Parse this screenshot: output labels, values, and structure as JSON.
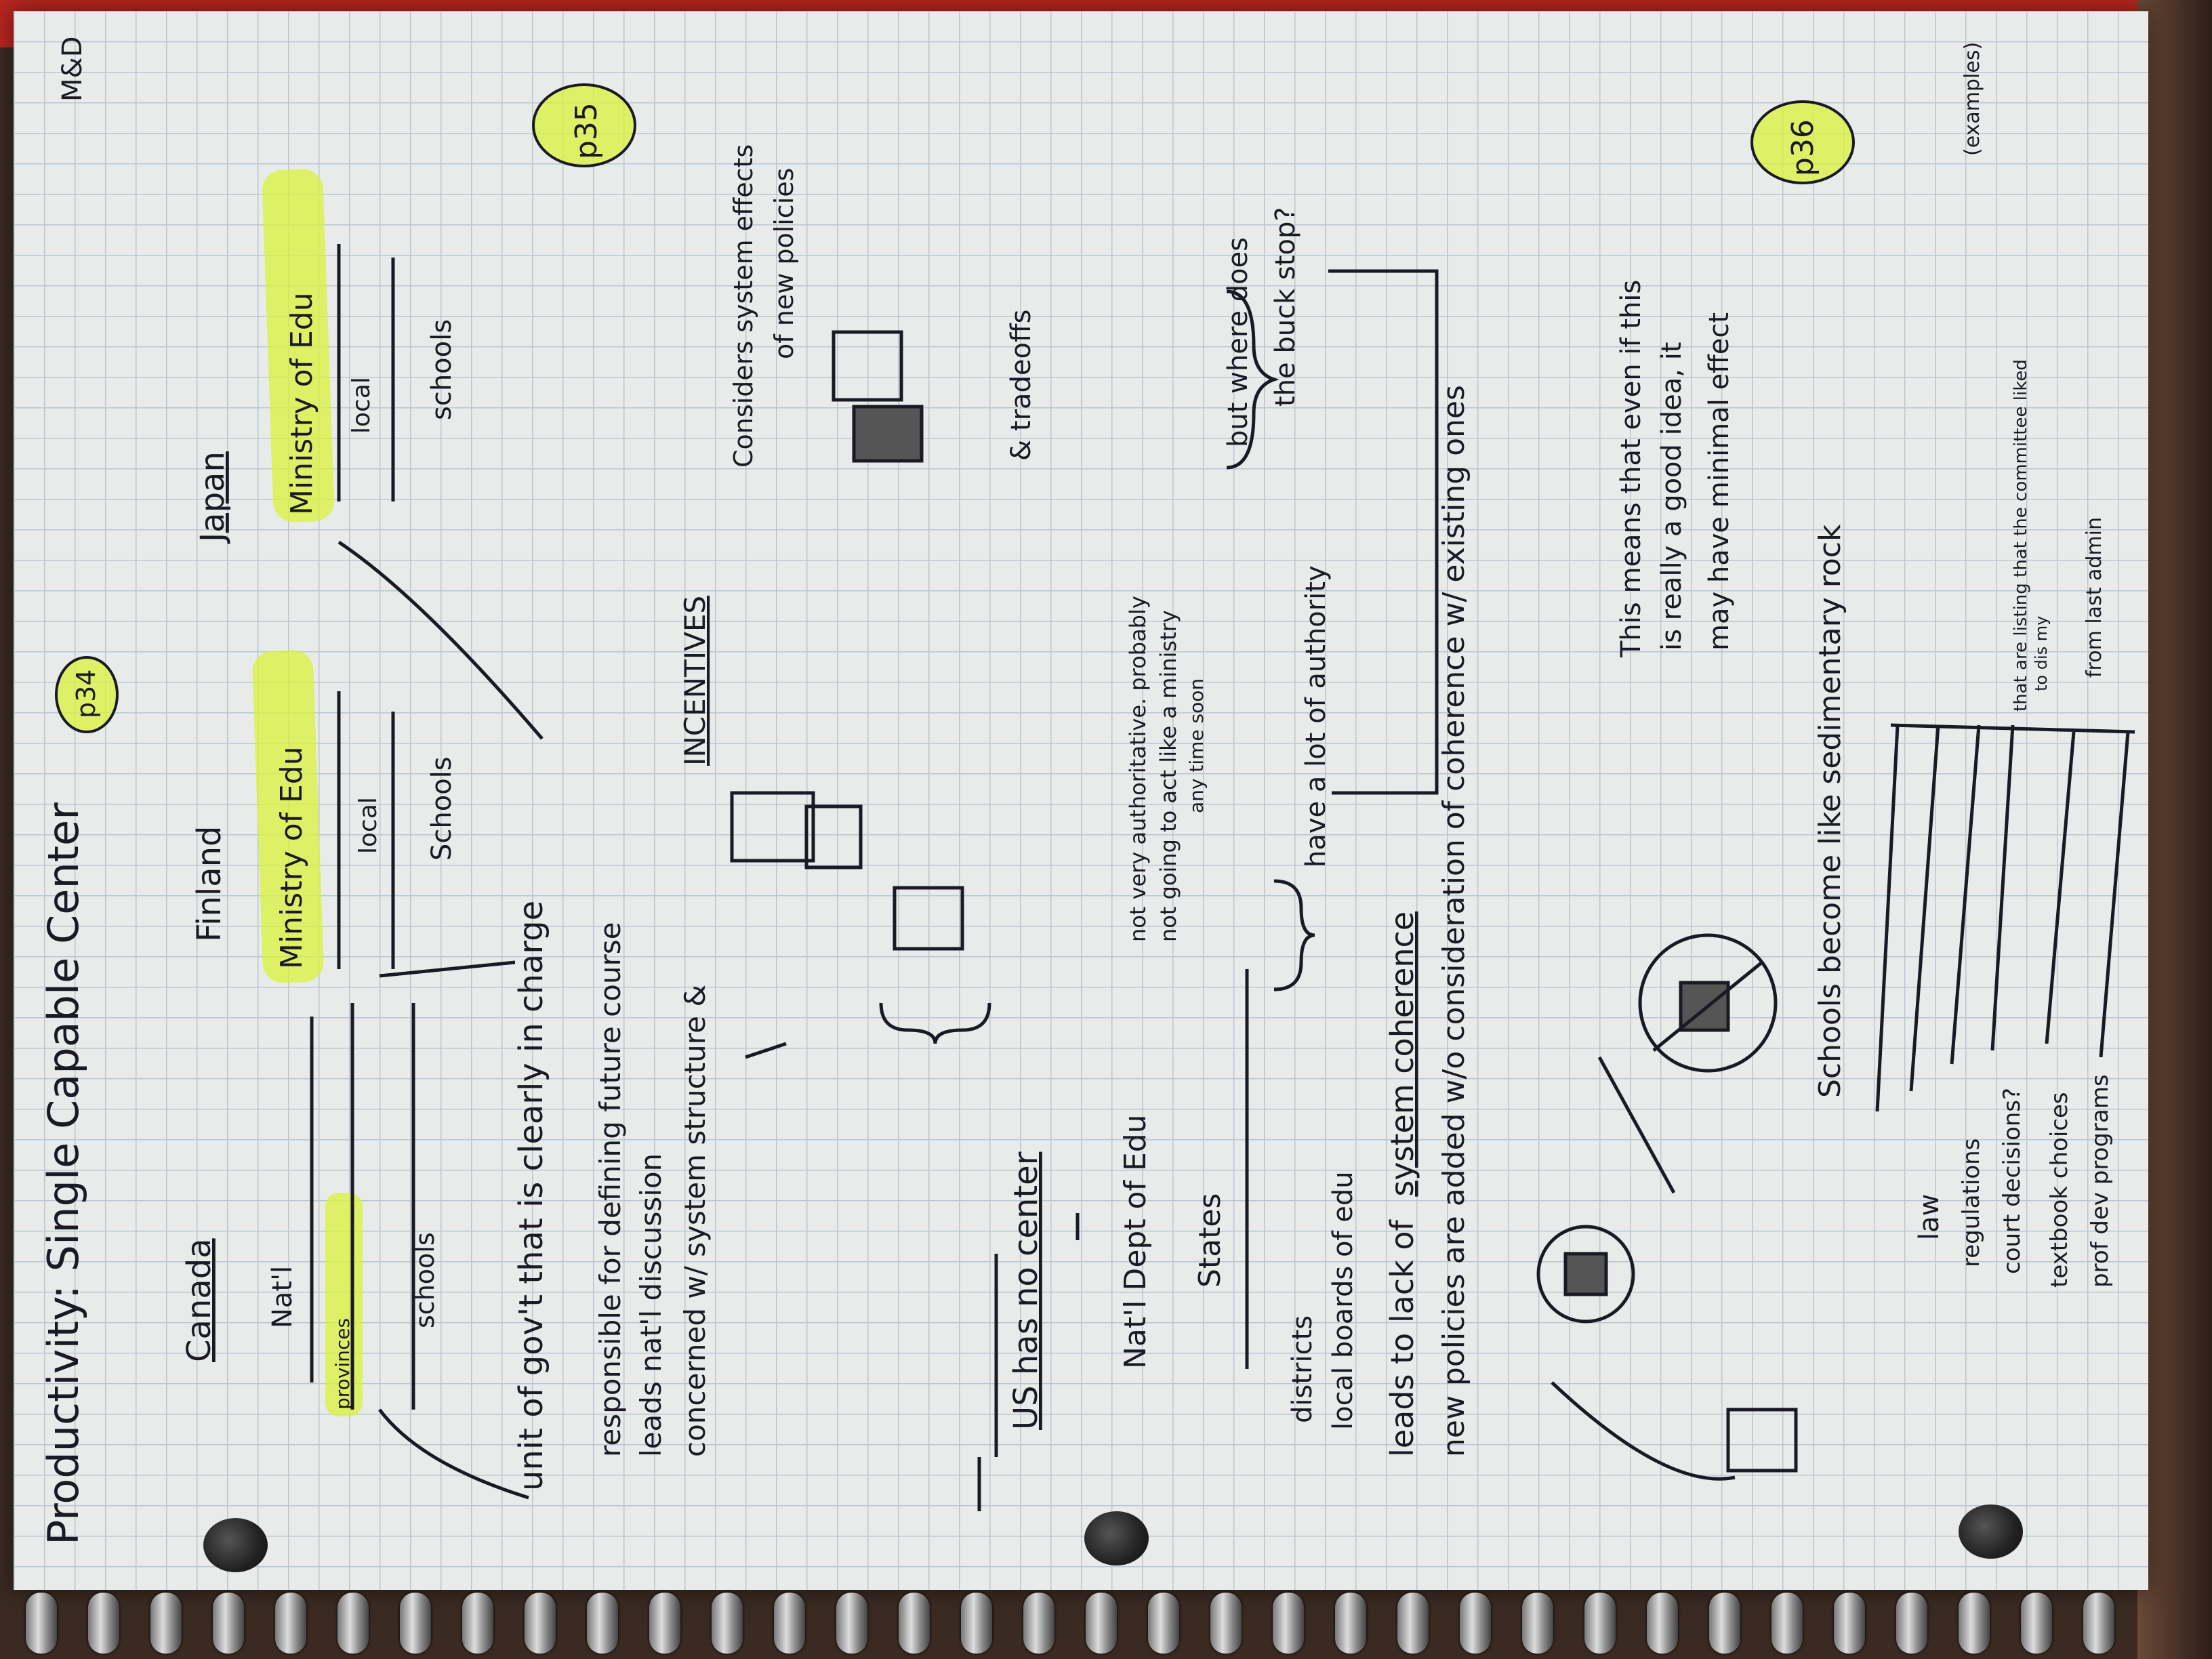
{
  "notes": {
    "title": "Productivity: Single Capable Center",
    "corner_tag": "M&D",
    "page_refs": {
      "p34": "p34",
      "p35": "p35",
      "p36": "p36"
    },
    "countries": {
      "canada": {
        "heading": "Canada",
        "natl": "Nat'l",
        "provinces": "provinces",
        "schools": "schools"
      },
      "finland": {
        "heading": "Finland",
        "ministry": "Ministry of Edu",
        "local": "local",
        "schools": "Schools"
      },
      "japan": {
        "heading": "Japan",
        "ministry": "Ministry of Edu",
        "local": "local",
        "schools": "schools"
      }
    },
    "unit_line": "unit of gov't that is clearly in charge",
    "bullets": [
      "responsible for defining future course",
      "leads nat'l discussion",
      "concerned w/ system structure &"
    ],
    "incentives": "INCENTIVES",
    "considers": [
      "Considers system effects",
      "of new policies"
    ],
    "tradeoffs": "& tradeoffs",
    "us": {
      "heading": "US has no center",
      "natl_dept": "Nat'l Dept of Edu",
      "states": "States",
      "districts": "districts",
      "local_boards": "local boards of edu",
      "note1": "not very authoritative. probably",
      "note2": "not going to act like a ministry",
      "note3": "any time soon",
      "lots": "have a lot of authority",
      "buck": [
        "but where does",
        "the buck stop?"
      ]
    },
    "coherence": {
      "line1_pre": "leads to lack of",
      "line1_key": "system coherence",
      "line2": "new policies are added w/o consideration of coherence w/ existing ones"
    },
    "meaning": [
      "This means that even if this",
      "is really a good idea, it",
      "may have minimal effect"
    ],
    "sediment": "Schools become like sedimentary rock",
    "examples": "(examples)",
    "layers": [
      "law",
      "regulations",
      "court decisions?",
      "textbook choices",
      "prof dev programs"
    ],
    "layer_notes": [
      "that are listing that the committee liked",
      "to dis my",
      "from last admin"
    ]
  },
  "colors": {
    "highlighter": "#d9f23a",
    "ink": "#1a1a24",
    "grid": "#b9c6cf",
    "cover": "#b8261f"
  }
}
